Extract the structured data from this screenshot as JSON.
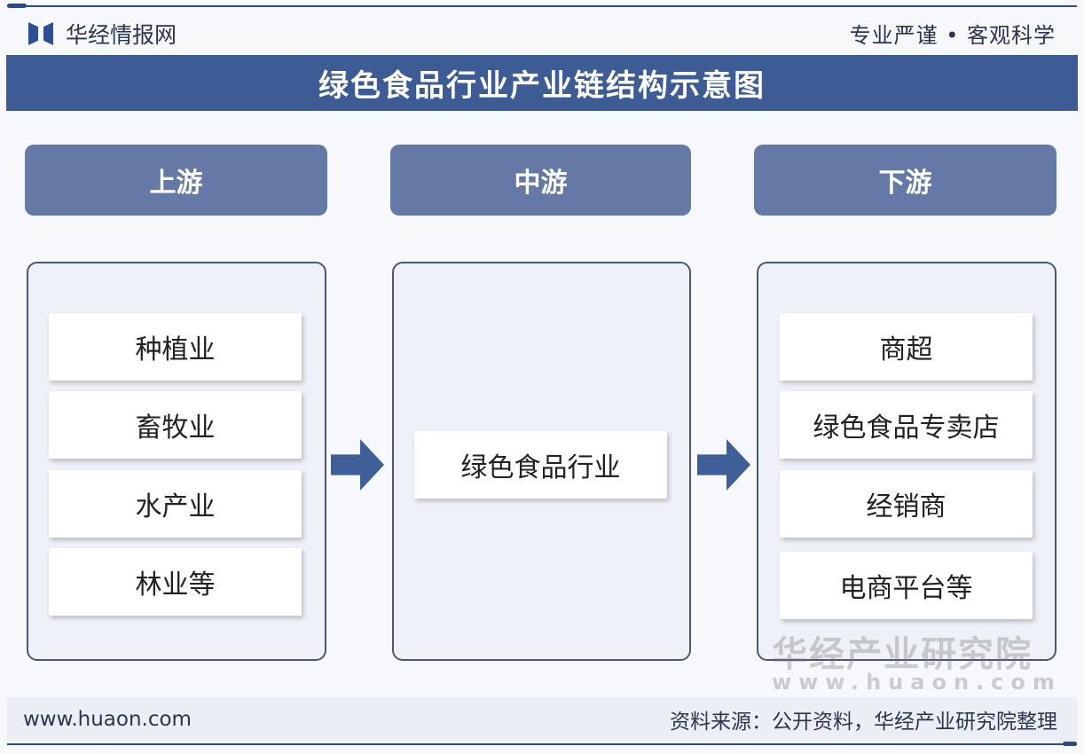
{
  "header": {
    "brand": "华经情报网",
    "slogan": "专业严谨 • 客观科学",
    "title": "绿色食品行业产业链结构示意图"
  },
  "columns": [
    {
      "label": "上游",
      "items": [
        "种植业",
        "畜牧业",
        "水产业",
        "林业等"
      ]
    },
    {
      "label": "中游",
      "items": [
        "绿色食品行业"
      ]
    },
    {
      "label": "下游",
      "items": [
        "商超",
        "绿色食品专卖店",
        "经销商",
        "电商平台等"
      ]
    }
  ],
  "watermark": {
    "name": "华经产业研究院",
    "url": "www.huaon.com"
  },
  "footer": {
    "website": "www.huaon.com",
    "source": "资料来源：公开资料，华经产业研究院整理"
  },
  "colors": {
    "title_bg": "#3d5b95",
    "header_bg": "#6479a6",
    "arrow": "#3f5f98"
  }
}
